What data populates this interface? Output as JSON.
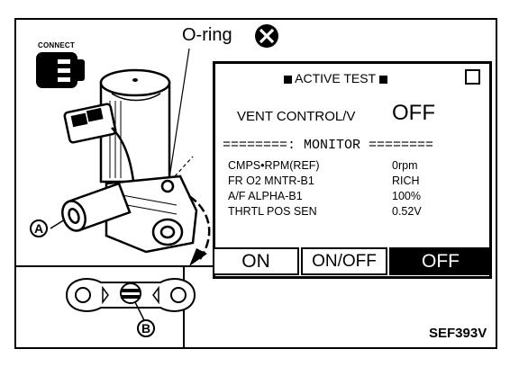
{
  "labels": {
    "connect": "CONNECT",
    "oring": "O-ring",
    "callout_a": "A",
    "callout_b": "B",
    "code": "SEF393V"
  },
  "panel": {
    "title": "ACTIVE TEST",
    "vent_label": "VENT CONTROL/V",
    "vent_value": "OFF",
    "monitor_header": "========: MONITOR ========",
    "rows": [
      {
        "label": "CMPS•RPM(REF)",
        "value": "0rpm"
      },
      {
        "label": "FR O2 MNTR-B1",
        "value": "RICH"
      },
      {
        "label": "A/F ALPHA-B1",
        "value": "100%"
      },
      {
        "label": "THRTL POS SEN",
        "value": "0.52V"
      }
    ]
  },
  "buttons": {
    "on": "ON",
    "onoff": "ON/OFF",
    "off": "OFF"
  }
}
